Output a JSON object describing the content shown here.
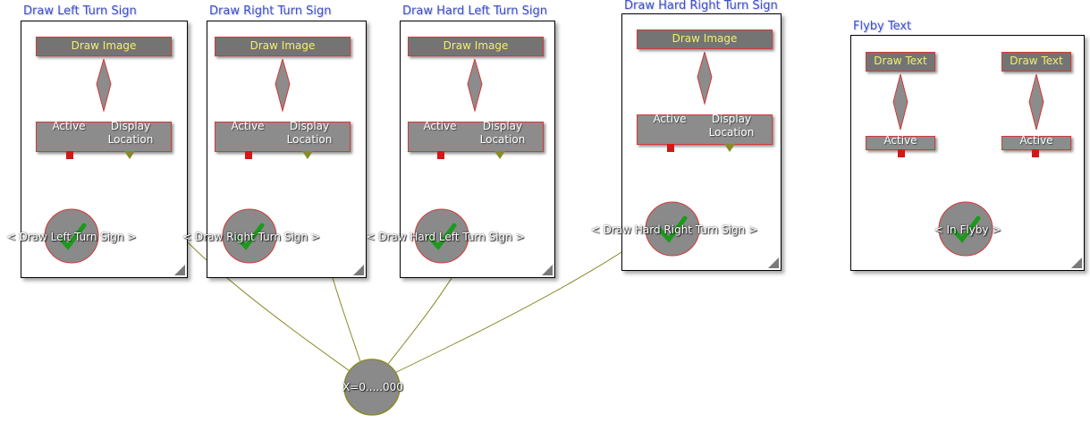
{
  "groups": [
    {
      "title": "Draw Left Turn Sign",
      "action_label": "Draw Image",
      "var_labels": [
        "Active",
        "Display\nLocation"
      ],
      "event_label": "< Draw Left Turn Sign >"
    },
    {
      "title": "Draw Right Turn Sign",
      "action_label": "Draw Image",
      "var_labels": [
        "Active",
        "Display\nLocation"
      ],
      "event_label": "< Draw Right Turn Sign >"
    },
    {
      "title": "Draw Hard Left Turn Sign",
      "action_label": "Draw Image",
      "var_labels": [
        "Active",
        "Display\nLocation"
      ],
      "event_label": "< Draw Hard Left Turn Sign >"
    },
    {
      "title": "Draw Hard Right Turn Sign",
      "action_label": "Draw Image",
      "var_labels": [
        "Active",
        "Display\nLocation"
      ],
      "event_label": "< Draw Hard Right Turn Sign >"
    },
    {
      "title": "Flyby Text",
      "actions": [
        {
          "label": "Draw Text",
          "var_label": "Active"
        },
        {
          "label": "Draw Text",
          "var_label": "Active"
        }
      ],
      "event_label": "< In Flyby >"
    }
  ],
  "shared_variable": {
    "label": "X=0.....000"
  },
  "colors": {
    "title": "#3d4fc9",
    "node_fill": "#747474",
    "node_border": "#d23a3a",
    "action_text": "#f2f06a",
    "bool_link": "#d21818",
    "location_link": "#8a8a2a",
    "check": "#1c9a1c"
  },
  "icons": {
    "event_check": "checkmark-icon",
    "link_arrow": "arrow-up-icon",
    "resize": "resize-corner-icon"
  }
}
